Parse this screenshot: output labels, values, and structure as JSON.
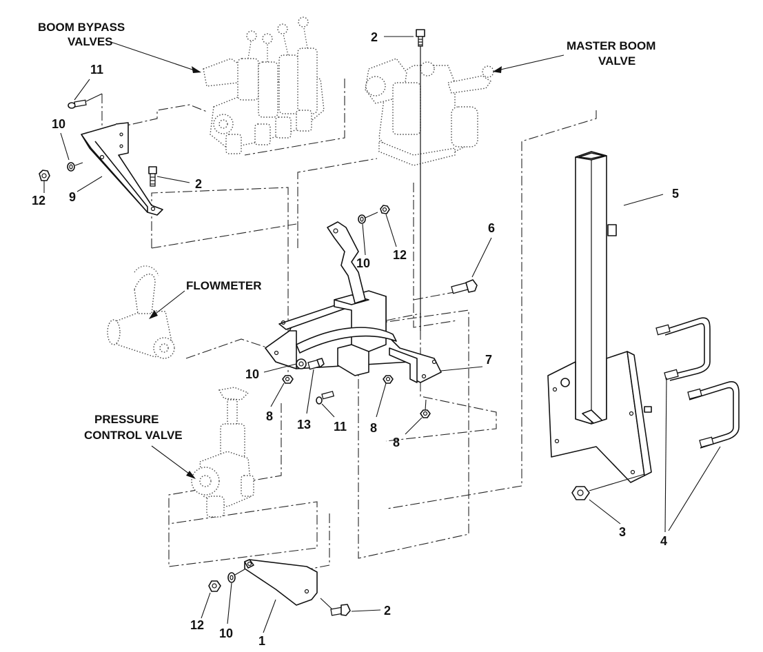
{
  "labels": {
    "boom_bypass_1": "BOOM BYPASS",
    "boom_bypass_2": "VALVES",
    "master_boom_1": "MASTER BOOM",
    "master_boom_2": "VALVE",
    "flowmeter": "FLOWMETER",
    "pressure_1": "PRESSURE",
    "pressure_2": "CONTROL VALVE"
  },
  "callouts": [
    {
      "id": "c-11-top",
      "text": "11"
    },
    {
      "id": "c-10-left",
      "text": "10"
    },
    {
      "id": "c-12-left",
      "text": "12"
    },
    {
      "id": "c-9",
      "text": "9"
    },
    {
      "id": "c-2-bypass",
      "text": "2"
    },
    {
      "id": "c-2-top",
      "text": "2"
    },
    {
      "id": "c-5",
      "text": "5"
    },
    {
      "id": "c-6",
      "text": "6"
    },
    {
      "id": "c-10-mid",
      "text": "10"
    },
    {
      "id": "c-12-mid",
      "text": "12"
    },
    {
      "id": "c-7",
      "text": "7"
    },
    {
      "id": "c-10-flow",
      "text": "10"
    },
    {
      "id": "c-8-a",
      "text": "8"
    },
    {
      "id": "c-13",
      "text": "13"
    },
    {
      "id": "c-11-mid",
      "text": "11"
    },
    {
      "id": "c-8-b",
      "text": "8"
    },
    {
      "id": "c-8-c",
      "text": "8"
    },
    {
      "id": "c-3",
      "text": "3"
    },
    {
      "id": "c-4",
      "text": "4"
    },
    {
      "id": "c-12-bottom",
      "text": "12"
    },
    {
      "id": "c-10-bottom",
      "text": "10"
    },
    {
      "id": "c-1",
      "text": "1"
    },
    {
      "id": "c-2-bottom",
      "text": "2"
    }
  ]
}
